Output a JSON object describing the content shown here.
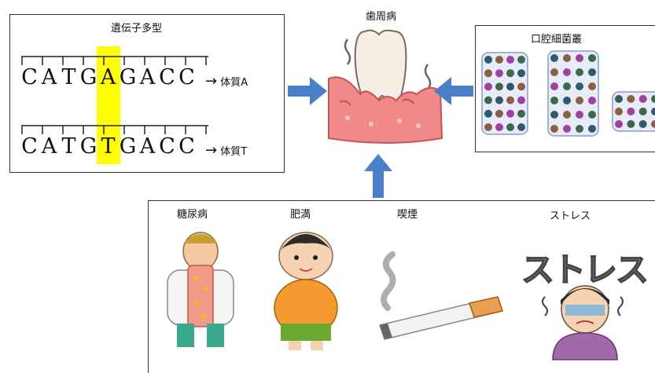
{
  "genetic_box": {
    "title": "遺伝子多型",
    "sequences": [
      {
        "bases": [
          "C",
          "A",
          "T",
          "G",
          "A",
          "G",
          "A",
          "C",
          "C"
        ],
        "highlight_index": 4,
        "arrow": "→",
        "trait": "体質A"
      },
      {
        "bases": [
          "C",
          "A",
          "T",
          "G",
          "T",
          "G",
          "A",
          "C",
          "C"
        ],
        "highlight_index": 4,
        "arrow": "→",
        "trait": "体質T"
      }
    ]
  },
  "center": {
    "title": "歯周病"
  },
  "bacteria_box": {
    "title": "口腔細菌叢"
  },
  "factors": [
    {
      "label": "糖尿病",
      "icon": "diabetes-person-icon"
    },
    {
      "label": "肥満",
      "icon": "obese-boy-icon"
    },
    {
      "label": "喫煙",
      "icon": "cigarette-icon"
    },
    {
      "label": "ストレス",
      "icon": "stressed-person-icon"
    }
  ],
  "stress_banner_text": "ストレス",
  "colors": {
    "arrow": "#4a7fc9",
    "highlight": "#ffff00",
    "gum": "#f08a8a",
    "gum_light": "#f9c3c3",
    "tooth": "#f4eee4"
  }
}
